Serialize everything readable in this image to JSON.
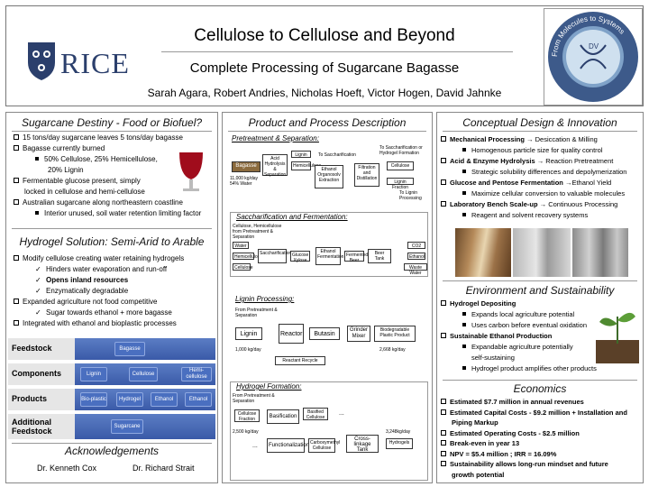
{
  "header": {
    "title": "Cellulose to Cellulose and Beyond",
    "subtitle": "Complete Processing of Sugarcane Bagasse",
    "authors": "Sarah Agara, Robert Andries, Nicholas Hoeft, Victor Hogen, David Jahnke",
    "logo_text": "RICE",
    "seal_text": "From Molecules to Systems",
    "seal_inner": "DV"
  },
  "col1": {
    "sect1_title": "Sugarcane Destiny - Food or Biofuel?",
    "sect1_items": [
      "15 tons/day sugarcane leaves 5 tons/day bagasse",
      "Bagasse currently burned",
      "50% Cellulose, 25% Hemicellulose,",
      "20% Lignin",
      "Fermentable glucose present, simply",
      "locked in cellulose and hemi-cellulose",
      "Australian  sugarcane along northeastern coastline",
      "Interior unused, soil water retention limiting factor"
    ],
    "sect2_title": "Hydrogel Solution: Semi-Arid to Arable",
    "sect2_items": [
      "Modify cellulose creating water retaining hydrogels",
      "Hinders water evaporation and run-off",
      "Opens inland resources",
      "Enzymatically degradable",
      "Expanded agriculture not food competitive",
      "Sugar towards ethanol + more bagasse",
      "Integrated with ethanol and bioplastic processes"
    ],
    "table": {
      "rows": [
        "Feedstock",
        "Components",
        "Products",
        "Additional Feedstock"
      ],
      "bagasse": "Bagasse",
      "lignin": "Lignin",
      "cellulose": "Cellulose",
      "hemi": "Hemi-cellulose",
      "bioplastic": "Bio-plastic",
      "hydrogel": "Hydrogel",
      "ethanol": "Ethanol",
      "ethanol2": "Ethanol",
      "sugarcane": "Sugarcane"
    },
    "ack_title": "Acknowledgements",
    "ack1": "Dr. Kenneth Cox",
    "ack2": "Dr. Richard Strait"
  },
  "col2": {
    "title": "Product and Process Description",
    "pretreat_title": "Pretreatment & Separation:",
    "pretreat": {
      "bagasse": "Bagasse",
      "acid": "Acid Hydrolysis & Separation",
      "feed": "11,000 kg/day 54% Water",
      "lignin": "Lignin",
      "hemi": "Hemicellulose",
      "ethanol": "Ethanol Organosolv Extraction",
      "filt": "Filtration and Distillation",
      "to_sacch": "To Saccharification",
      "to_sacch2": "To Saccharification or Hydrogel Formation",
      "cellulose": "Cellulose",
      "lignin_frac": "Lignin Fraction",
      "to_lignin": "To Lignin Processing"
    },
    "sacch_title": "Saccharification and Fermentation:",
    "sacch": {
      "from": "Cellulose, Hemicellulose from Pretreatment & Separation",
      "water": "Water",
      "hemi": "Hemicellulose",
      "cellulose": "Cellulose",
      "sacch": "Saccharification",
      "glucose": "Glucose Xylose",
      "ferm": "Ethanol Fermentation",
      "beer": "Fermented Beer",
      "tank": "Beer Tank",
      "co2": "CO2",
      "eth": "Ethanol",
      "waste": "Waste Water"
    },
    "lignin_title": "Lignin Processing:",
    "lignin": {
      "from": "From Pretreatment & Separation",
      "lignin": "Lignin",
      "reactor": "Reactor",
      "butasin": "Butasin",
      "grinder": "Grinder Mixer",
      "bio": "Biodegradable Plastic Product",
      "in": "1,000 kg/day",
      "out": "2,668 kg/day",
      "recycle": "Reactant Recycle"
    },
    "hydro_title": "Hydrogel Formation:",
    "hydro": {
      "from": "From Pretreatment & Separation",
      "cell": "Cellulose Fraction",
      "basif": "Basification",
      "basified": "Basified Cellulose",
      "in": "2,500 kg/day",
      "out": "3,248kg/day",
      "func": "Functionalization",
      "carb": "Carboxymethyl Cellulose",
      "cross": "Cross-linkage Tank",
      "hydro": "Hydrogels",
      "dots": "...",
      "dots2": "..."
    }
  },
  "col3": {
    "sect1_title": "Conceptual Design & Innovation",
    "items1": [
      {
        "bold": "Mechanical Processing",
        "rest": " → Desiccation & Milling"
      },
      {
        "bold": "",
        "rest": "Homogenous particle size for quality control"
      },
      {
        "bold": "Acid & Enzyme Hydrolysis",
        "rest": " → Reaction Pretreatment"
      },
      {
        "bold": "",
        "rest": "Strategic solubility differences and depolymerization"
      },
      {
        "bold": "Glucose and Pentose Fermentation",
        "rest": " →Ethanol Yield"
      },
      {
        "bold": "",
        "rest": "Maximize cellular conversion to valuable molecules"
      },
      {
        "bold": "Laboratory Bench Scale-up",
        "rest": " → Continuous Processing"
      },
      {
        "bold": "",
        "rest": "Reagent and solvent recovery systems"
      }
    ],
    "sect2_title": "Environment and Sustainability",
    "items2": [
      "Hydrogel Depositing",
      "Expands local agriculture potential",
      "Uses carbon before eventual oxidation",
      "Sustainable Ethanol Production",
      "Expandable agriculture potentially",
      "self-sustaining",
      "Hydrogel product amplifies other products"
    ],
    "sect3_title": "Economics",
    "items3": [
      "Estimated $7.7 million in annual revenues",
      "Estimated Capital Costs - $9.2 million + Installation and",
      "Piping Markup",
      "Estimated Operating Costs  - $2.5 million",
      "Break-even in year 13",
      "NPV = $5.4 million ; IRR = 16.09%",
      "Sustainability allows long-run mindset and future",
      "growth potential"
    ]
  }
}
